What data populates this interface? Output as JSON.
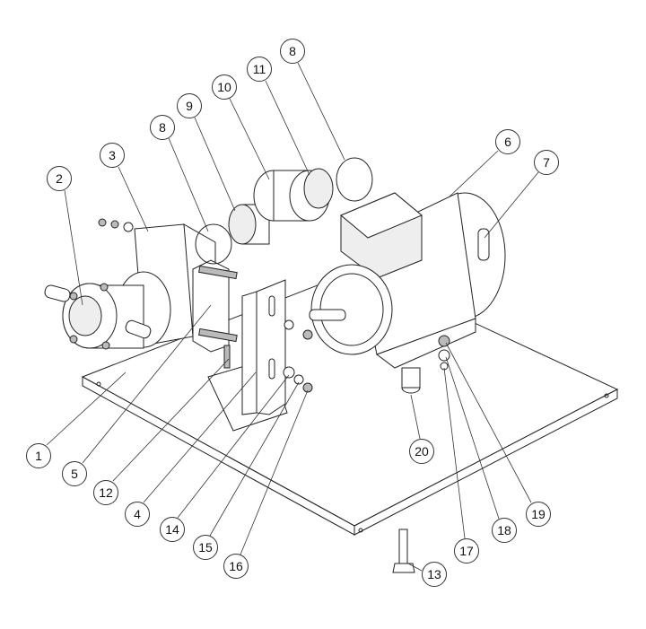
{
  "diagram": {
    "type": "exploded-assembly",
    "callouts": [
      {
        "id": "1"
      },
      {
        "id": "2"
      },
      {
        "id": "3"
      },
      {
        "id": "4"
      },
      {
        "id": "5"
      },
      {
        "id": "6"
      },
      {
        "id": "7"
      },
      {
        "id": "8"
      },
      {
        "id": "8"
      },
      {
        "id": "9"
      },
      {
        "id": "10"
      },
      {
        "id": "11"
      },
      {
        "id": "12"
      },
      {
        "id": "13"
      },
      {
        "id": "14"
      },
      {
        "id": "15"
      },
      {
        "id": "16"
      },
      {
        "id": "17"
      },
      {
        "id": "18"
      },
      {
        "id": "19"
      },
      {
        "id": "20"
      }
    ]
  }
}
